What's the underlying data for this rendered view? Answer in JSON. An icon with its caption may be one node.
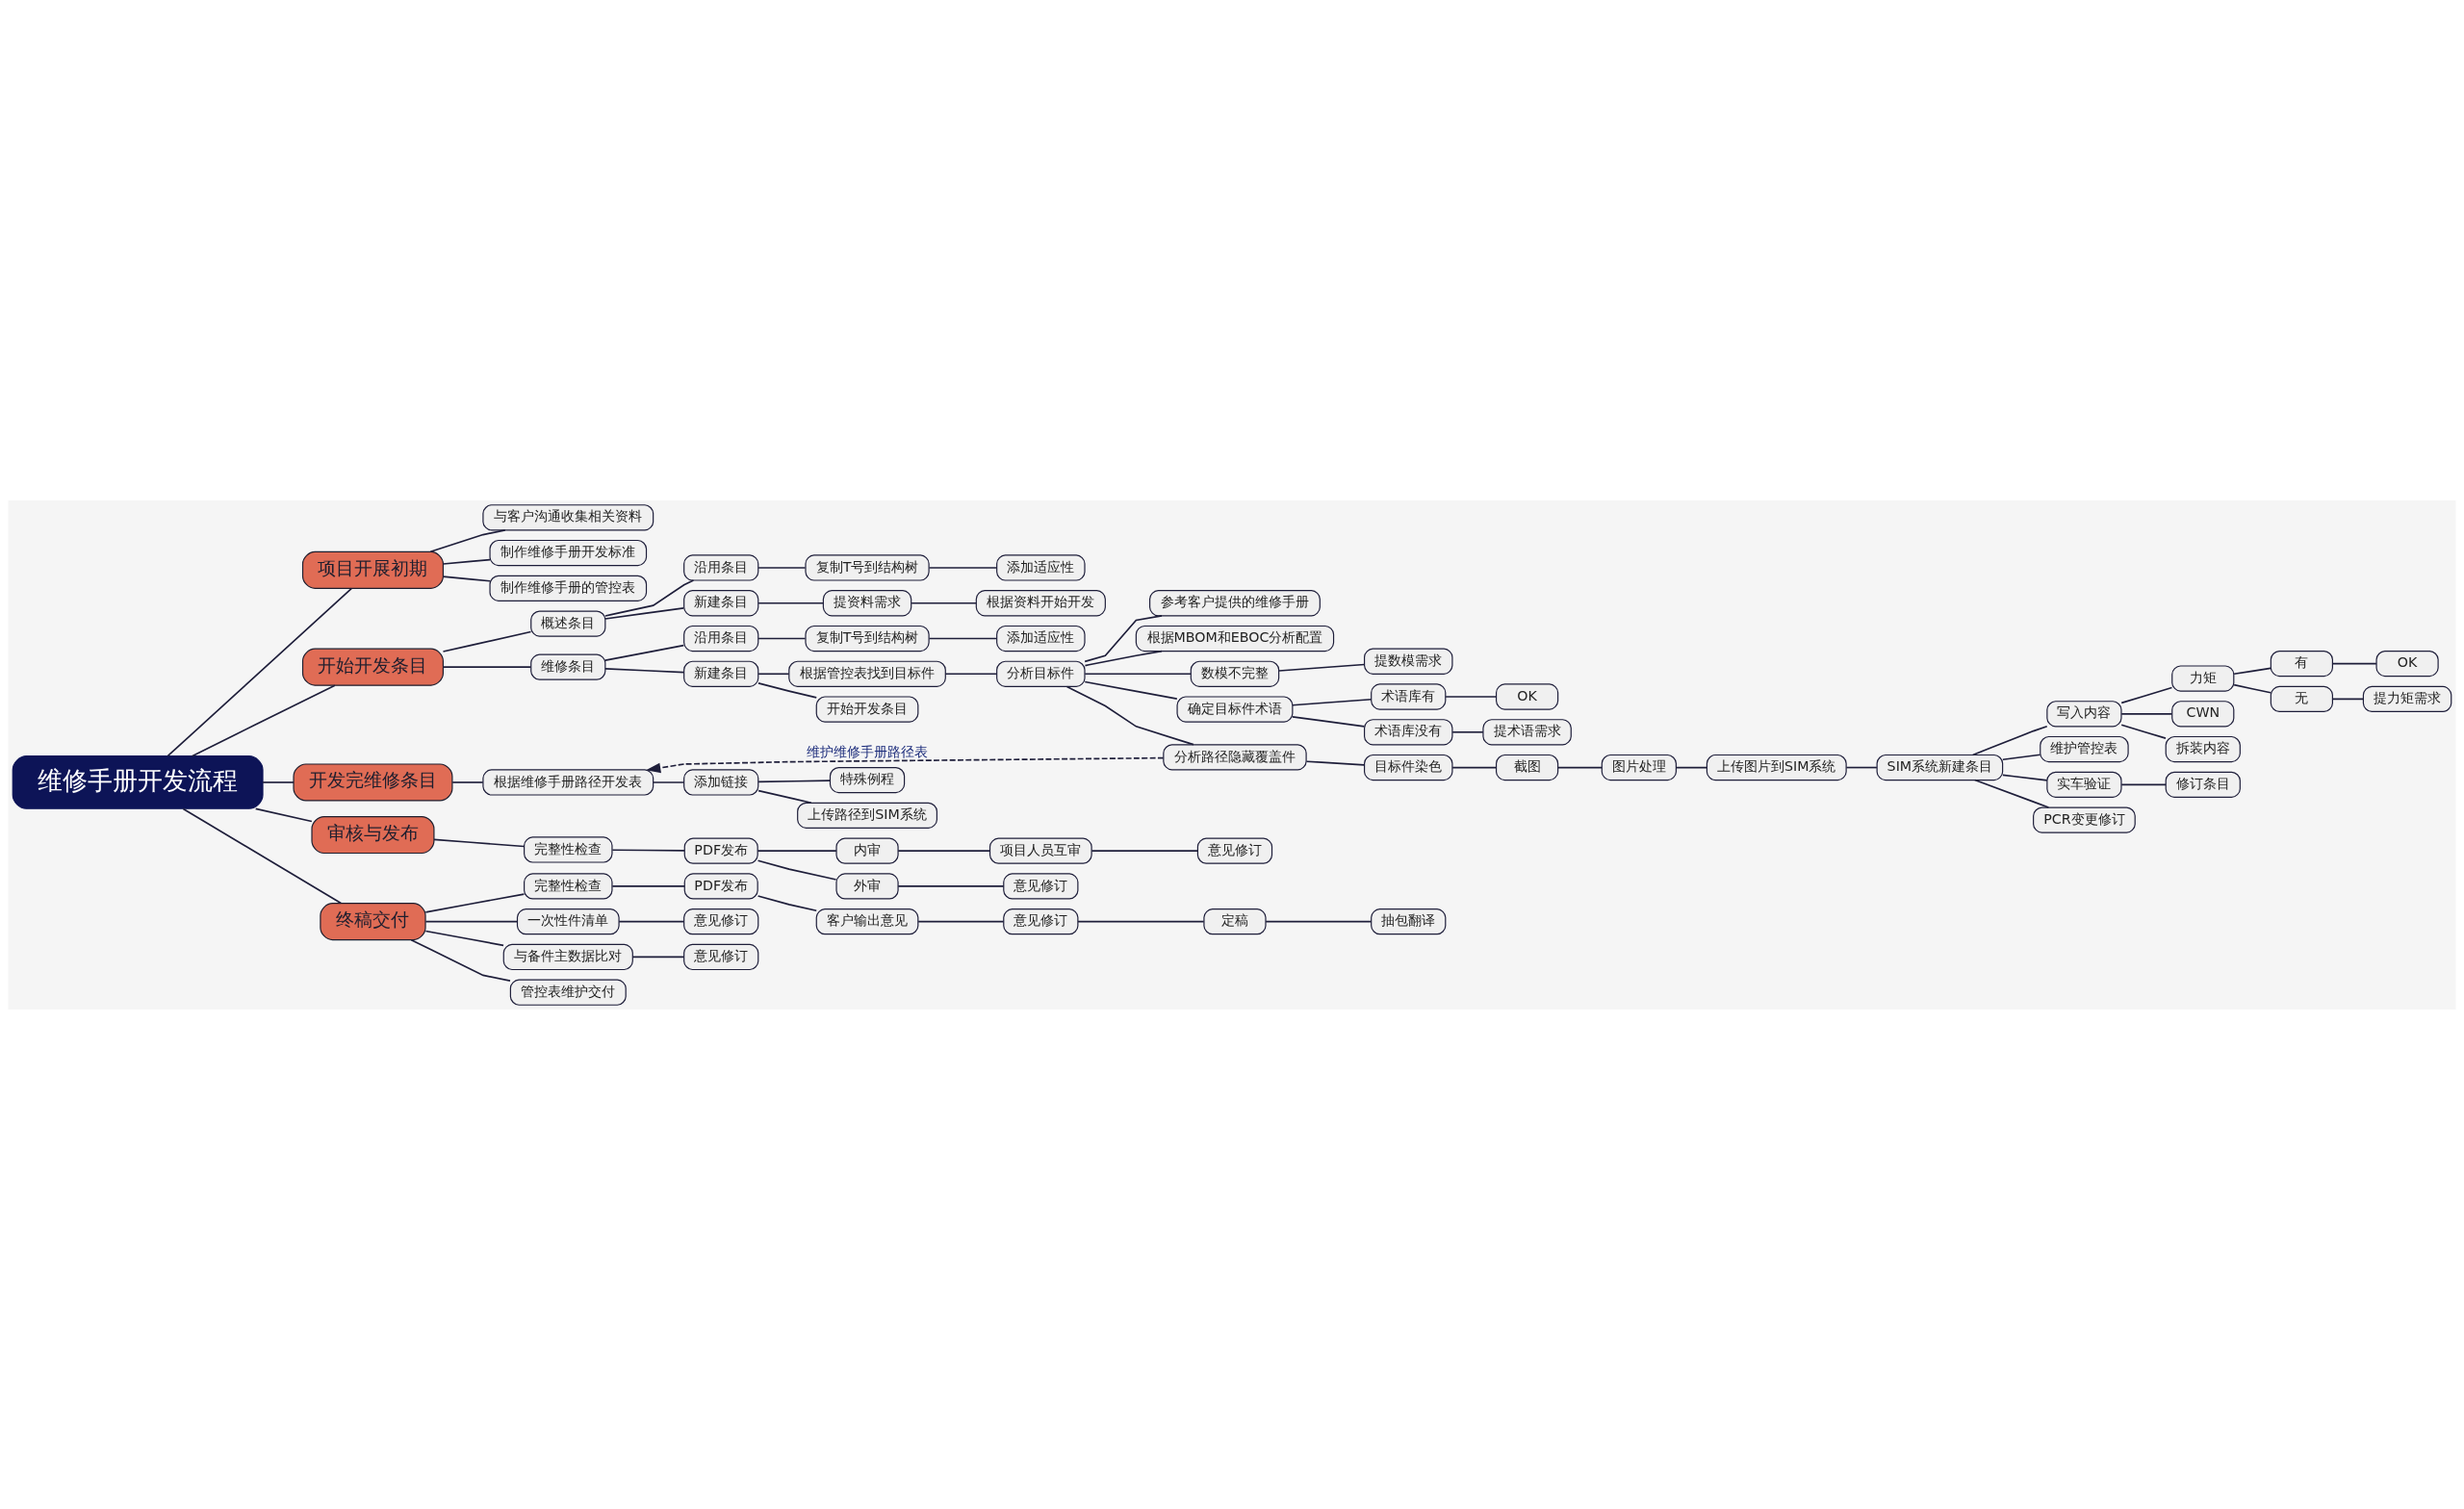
{
  "diagram": {
    "nodes": [
      {
        "text": [
          "维修手册开发流程"
        ]
      },
      {
        "text": [
          "项目开展初期"
        ]
      },
      {
        "text": [
          "与客户沟通收集相关资料"
        ]
      },
      {
        "text": [
          "制作维修手册开发标准"
        ]
      },
      {
        "text": [
          "制作维修手册的管控表"
        ]
      },
      {
        "text": [
          "开始开发条目"
        ]
      },
      {
        "text": [
          "概述条目"
        ]
      },
      {
        "text": [
          "沿用条目"
        ]
      },
      {
        "text": [
          "复制T号到结构树"
        ]
      },
      {
        "text": [
          "添加适应性"
        ]
      },
      {
        "text": [
          "新建条目"
        ]
      },
      {
        "text": [
          "提资料需求"
        ]
      },
      {
        "text": [
          "根据资料开始开发"
        ]
      },
      {
        "text": [
          "维修条目"
        ]
      },
      {
        "text": [
          "沿用条目"
        ]
      },
      {
        "text": [
          "复制T号到结构树"
        ]
      },
      {
        "text": [
          "添加适应性"
        ]
      },
      {
        "text": [
          "新建条目"
        ]
      },
      {
        "text": [
          "根据管控表找到目标件"
        ]
      },
      {
        "text": [
          "分析目标件"
        ]
      },
      {
        "text": [
          "参考客户提供的维修手册"
        ]
      },
      {
        "text": [
          "根据MBOM和EBOC分析配置"
        ]
      },
      {
        "text": [
          "数模不完整"
        ]
      },
      {
        "text": [
          "提数模需求"
        ]
      },
      {
        "text": [
          "确定目标件术语"
        ]
      },
      {
        "text": [
          "术语库有"
        ]
      },
      {
        "text": [
          "OK"
        ]
      },
      {
        "text": [
          "术语库没有"
        ]
      },
      {
        "text": [
          "提术语需求"
        ]
      },
      {
        "text": [
          "分析路径隐藏覆盖件"
        ]
      },
      {
        "text": [
          "目标件染色"
        ]
      },
      {
        "text": [
          "截图"
        ]
      },
      {
        "text": [
          "图片处理"
        ]
      },
      {
        "text": [
          "上传图片到SIM系统"
        ]
      },
      {
        "text": [
          "SIM系统新建条目"
        ]
      },
      {
        "text": [
          "写入内容"
        ]
      },
      {
        "text": [
          "力矩"
        ]
      },
      {
        "text": [
          "有"
        ]
      },
      {
        "text": [
          "OK"
        ]
      },
      {
        "text": [
          "无"
        ]
      },
      {
        "text": [
          "提力矩需求"
        ]
      },
      {
        "text": [
          "CWN"
        ]
      },
      {
        "text": [
          "拆装内容"
        ]
      },
      {
        "text": [
          "维护管控表"
        ]
      },
      {
        "text": [
          "实车验证"
        ]
      },
      {
        "text": [
          "修订条目"
        ]
      },
      {
        "text": [
          "PCR变更修订"
        ]
      },
      {
        "text": [
          "开始开发条目"
        ]
      },
      {
        "text": [
          "开发完维修条目"
        ]
      },
      {
        "text": [
          "根据维修手册路径开发表"
        ]
      },
      {
        "text": [
          "添加链接"
        ]
      },
      {
        "text": [
          "特殊例程"
        ]
      },
      {
        "text": [
          "上传路径到SIM系统"
        ]
      },
      {
        "text": [
          "审核与发布"
        ]
      },
      {
        "text": [
          "完整性检查"
        ]
      },
      {
        "text": [
          "PDF发布"
        ]
      },
      {
        "text": [
          "内审"
        ]
      },
      {
        "text": [
          "项目人员互审"
        ]
      },
      {
        "text": [
          "意见修订"
        ]
      },
      {
        "text": [
          "外审"
        ]
      },
      {
        "text": [
          "意见修订"
        ]
      },
      {
        "text": [
          "终稿交付"
        ]
      },
      {
        "text": [
          "完整性检查"
        ]
      },
      {
        "text": [
          "PDF发布"
        ]
      },
      {
        "text": [
          "客户输出意见"
        ]
      },
      {
        "text": [
          "意见修订"
        ]
      },
      {
        "text": [
          "定稿"
        ]
      },
      {
        "text": [
          "抽包翻译"
        ]
      },
      {
        "text": [
          "一次性件清单"
        ]
      },
      {
        "text": [
          "意见修订"
        ]
      },
      {
        "text": [
          "与备件主数据比对"
        ]
      },
      {
        "text": [
          "意见修订"
        ]
      },
      {
        "text": [
          "管控表维护交付"
        ]
      }
    ],
    "edges": [
      {
        "from": 0,
        "to": 1,
        "arrow": "none"
      },
      {
        "from": 1,
        "to": 2,
        "arrow": "none"
      },
      {
        "from": 1,
        "to": 3,
        "arrow": "none"
      },
      {
        "from": 1,
        "to": 4,
        "arrow": "none"
      },
      {
        "from": 0,
        "to": 5,
        "arrow": "none"
      },
      {
        "from": 5,
        "to": 6,
        "arrow": "none"
      },
      {
        "from": 6,
        "to": 7,
        "arrow": "none"
      },
      {
        "from": 7,
        "to": 8,
        "arrow": "none"
      },
      {
        "from": 8,
        "to": 9,
        "arrow": "none"
      },
      {
        "from": 6,
        "to": 10,
        "arrow": "none"
      },
      {
        "from": 10,
        "to": 11,
        "arrow": "none"
      },
      {
        "from": 11,
        "to": 12,
        "arrow": "none"
      },
      {
        "from": 5,
        "to": 13,
        "arrow": "none"
      },
      {
        "from": 13,
        "to": 14,
        "arrow": "none"
      },
      {
        "from": 14,
        "to": 15,
        "arrow": "none"
      },
      {
        "from": 15,
        "to": 16,
        "arrow": "none"
      },
      {
        "from": 13,
        "to": 17,
        "arrow": "none"
      },
      {
        "from": 17,
        "to": 18,
        "arrow": "none"
      },
      {
        "from": 18,
        "to": 19,
        "arrow": "none"
      },
      {
        "from": 19,
        "to": 20,
        "arrow": "none"
      },
      {
        "from": 19,
        "to": 21,
        "arrow": "none"
      },
      {
        "from": 19,
        "to": 22,
        "arrow": "none"
      },
      {
        "from": 22,
        "to": 23,
        "arrow": "none"
      },
      {
        "from": 19,
        "to": 24,
        "arrow": "none"
      },
      {
        "from": 24,
        "to": 25,
        "arrow": "none"
      },
      {
        "from": 25,
        "to": 26,
        "arrow": "none"
      },
      {
        "from": 24,
        "to": 27,
        "arrow": "none"
      },
      {
        "from": 27,
        "to": 28,
        "arrow": "none"
      },
      {
        "from": 19,
        "to": 29,
        "arrow": "none"
      },
      {
        "from": 29,
        "to": 30,
        "arrow": "none"
      },
      {
        "from": 30,
        "to": 31,
        "arrow": "none"
      },
      {
        "from": 31,
        "to": 32,
        "arrow": "none"
      },
      {
        "from": 32,
        "to": 33,
        "arrow": "none"
      },
      {
        "from": 33,
        "to": 34,
        "arrow": "none"
      },
      {
        "from": 34,
        "to": 35,
        "arrow": "none"
      },
      {
        "from": 35,
        "to": 36,
        "arrow": "none"
      },
      {
        "from": 36,
        "to": 37,
        "arrow": "none"
      },
      {
        "from": 37,
        "to": 38,
        "arrow": "none"
      },
      {
        "from": 36,
        "to": 39,
        "arrow": "none"
      },
      {
        "from": 39,
        "to": 40,
        "arrow": "none"
      },
      {
        "from": 35,
        "to": 41,
        "arrow": "none"
      },
      {
        "from": 35,
        "to": 42,
        "arrow": "none"
      },
      {
        "from": 34,
        "to": 43,
        "arrow": "none"
      },
      {
        "from": 34,
        "to": 44,
        "arrow": "none"
      },
      {
        "from": 44,
        "to": 45,
        "arrow": "none"
      },
      {
        "from": 34,
        "to": 46,
        "arrow": "none"
      },
      {
        "from": 17,
        "to": 47,
        "arrow": "none"
      },
      {
        "from": 0,
        "to": 48,
        "arrow": "none"
      },
      {
        "from": 48,
        "to": 49,
        "arrow": "none"
      },
      {
        "from": 49,
        "to": 50,
        "arrow": "none"
      },
      {
        "from": 50,
        "to": 51,
        "arrow": "none"
      },
      {
        "from": 50,
        "to": 52,
        "arrow": "none"
      },
      {
        "from": 29,
        "to": 49,
        "arrow": "to",
        "label": "维护维修手册路径表",
        "style": "dashed"
      },
      {
        "from": 0,
        "to": 53,
        "arrow": "none"
      },
      {
        "from": 53,
        "to": 54,
        "arrow": "none"
      },
      {
        "from": 54,
        "to": 55,
        "arrow": "none"
      },
      {
        "from": 55,
        "to": 56,
        "arrow": "none"
      },
      {
        "from": 56,
        "to": 57,
        "arrow": "none"
      },
      {
        "from": 57,
        "to": 58,
        "arrow": "none"
      },
      {
        "from": 55,
        "to": 59,
        "arrow": "none"
      },
      {
        "from": 59,
        "to": 60,
        "arrow": "none"
      },
      {
        "from": 0,
        "to": 61,
        "arrow": "none"
      },
      {
        "from": 61,
        "to": 62,
        "arrow": "none"
      },
      {
        "from": 62,
        "to": 63,
        "arrow": "none"
      },
      {
        "from": 63,
        "to": 64,
        "arrow": "none"
      },
      {
        "from": 64,
        "to": 65,
        "arrow": "none"
      },
      {
        "from": 65,
        "to": 66,
        "arrow": "none"
      },
      {
        "from": 66,
        "to": 67,
        "arrow": "none"
      },
      {
        "from": 61,
        "to": 68,
        "arrow": "none"
      },
      {
        "from": 68,
        "to": 69,
        "arrow": "none"
      },
      {
        "from": 61,
        "to": 70,
        "arrow": "none"
      },
      {
        "from": 70,
        "to": 71,
        "arrow": "none"
      },
      {
        "from": 61,
        "to": 72,
        "arrow": "none"
      }
    ]
  }
}
